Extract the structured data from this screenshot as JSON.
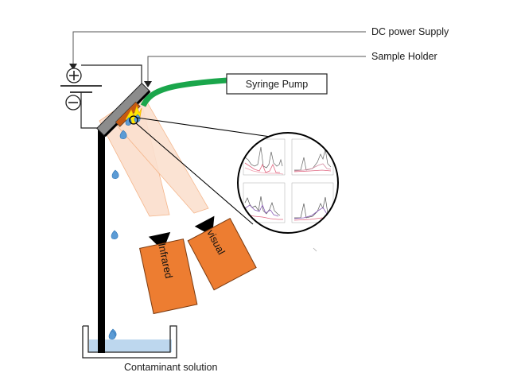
{
  "diagram": {
    "title": "Experimental setup: electrospray/flame sample holder with infrared and visual cameras",
    "labels": {
      "dc_power_supply": "DC power Supply",
      "sample_holder": "Sample Holder",
      "syringe_pump": "Syringe Pump",
      "infrared_camera": "Infrared",
      "visual_camera": "visual",
      "contaminant_solution": "Contaminant solution"
    },
    "battery": {
      "positive_symbol": "+",
      "negative_symbol": "−"
    },
    "inset": {
      "description": "Magnified view: four spectra plot panels",
      "panel_count": 4
    },
    "colors": {
      "tube": "#1aa64b",
      "camera": "#ed7d31",
      "beam": "#fbe0cf",
      "beam_edge": "#f4b183",
      "droplet": "#5b9bd5",
      "solution": "#bdd7ee",
      "holder": "#8c8c8c",
      "sample": "#c55a11",
      "flame": "#ffe600"
    }
  }
}
